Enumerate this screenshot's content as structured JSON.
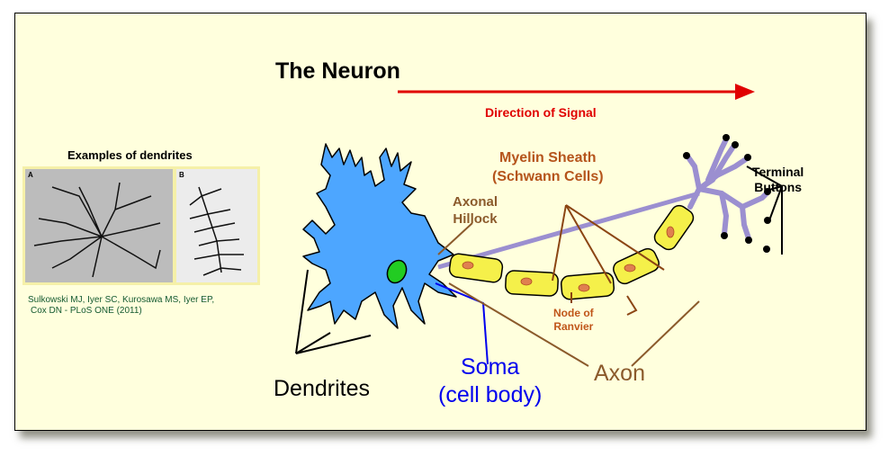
{
  "title": "The Neuron",
  "signal": {
    "label": "Direction of Signal",
    "arrow_color": "#e00000"
  },
  "examples": {
    "title": "Examples of dendrites",
    "panels": [
      "A",
      "B"
    ],
    "citation_line1": "Sulkowski MJ, Iyer SC, Kurosawa MS, Iyer EP,",
    "citation_line2": "Cox DN - PLoS ONE (2011)"
  },
  "labels": {
    "myelin_line1": "Myelin Sheath",
    "myelin_line2": "(Schwann Cells)",
    "hillock_line1": "Axonal",
    "hillock_line2": "Hillock",
    "node_line1": "Node of",
    "node_line2": "Ranvier",
    "terminal_line1": "Terminal",
    "terminal_line2": "Buttons",
    "dendrites": "Dendrites",
    "soma_line1": "Soma",
    "soma_line2": "(cell body)",
    "axon": "Axon"
  },
  "colors": {
    "background": "#ffffdd",
    "cell_body": "#4da6ff",
    "nucleus": "#22cc22",
    "myelin": "#f5f04a",
    "schwann_nucleus": "#e08050",
    "terminal": "#9b8fd0",
    "soma_label": "#0000ee",
    "axon_label": "#8b5a2b"
  }
}
